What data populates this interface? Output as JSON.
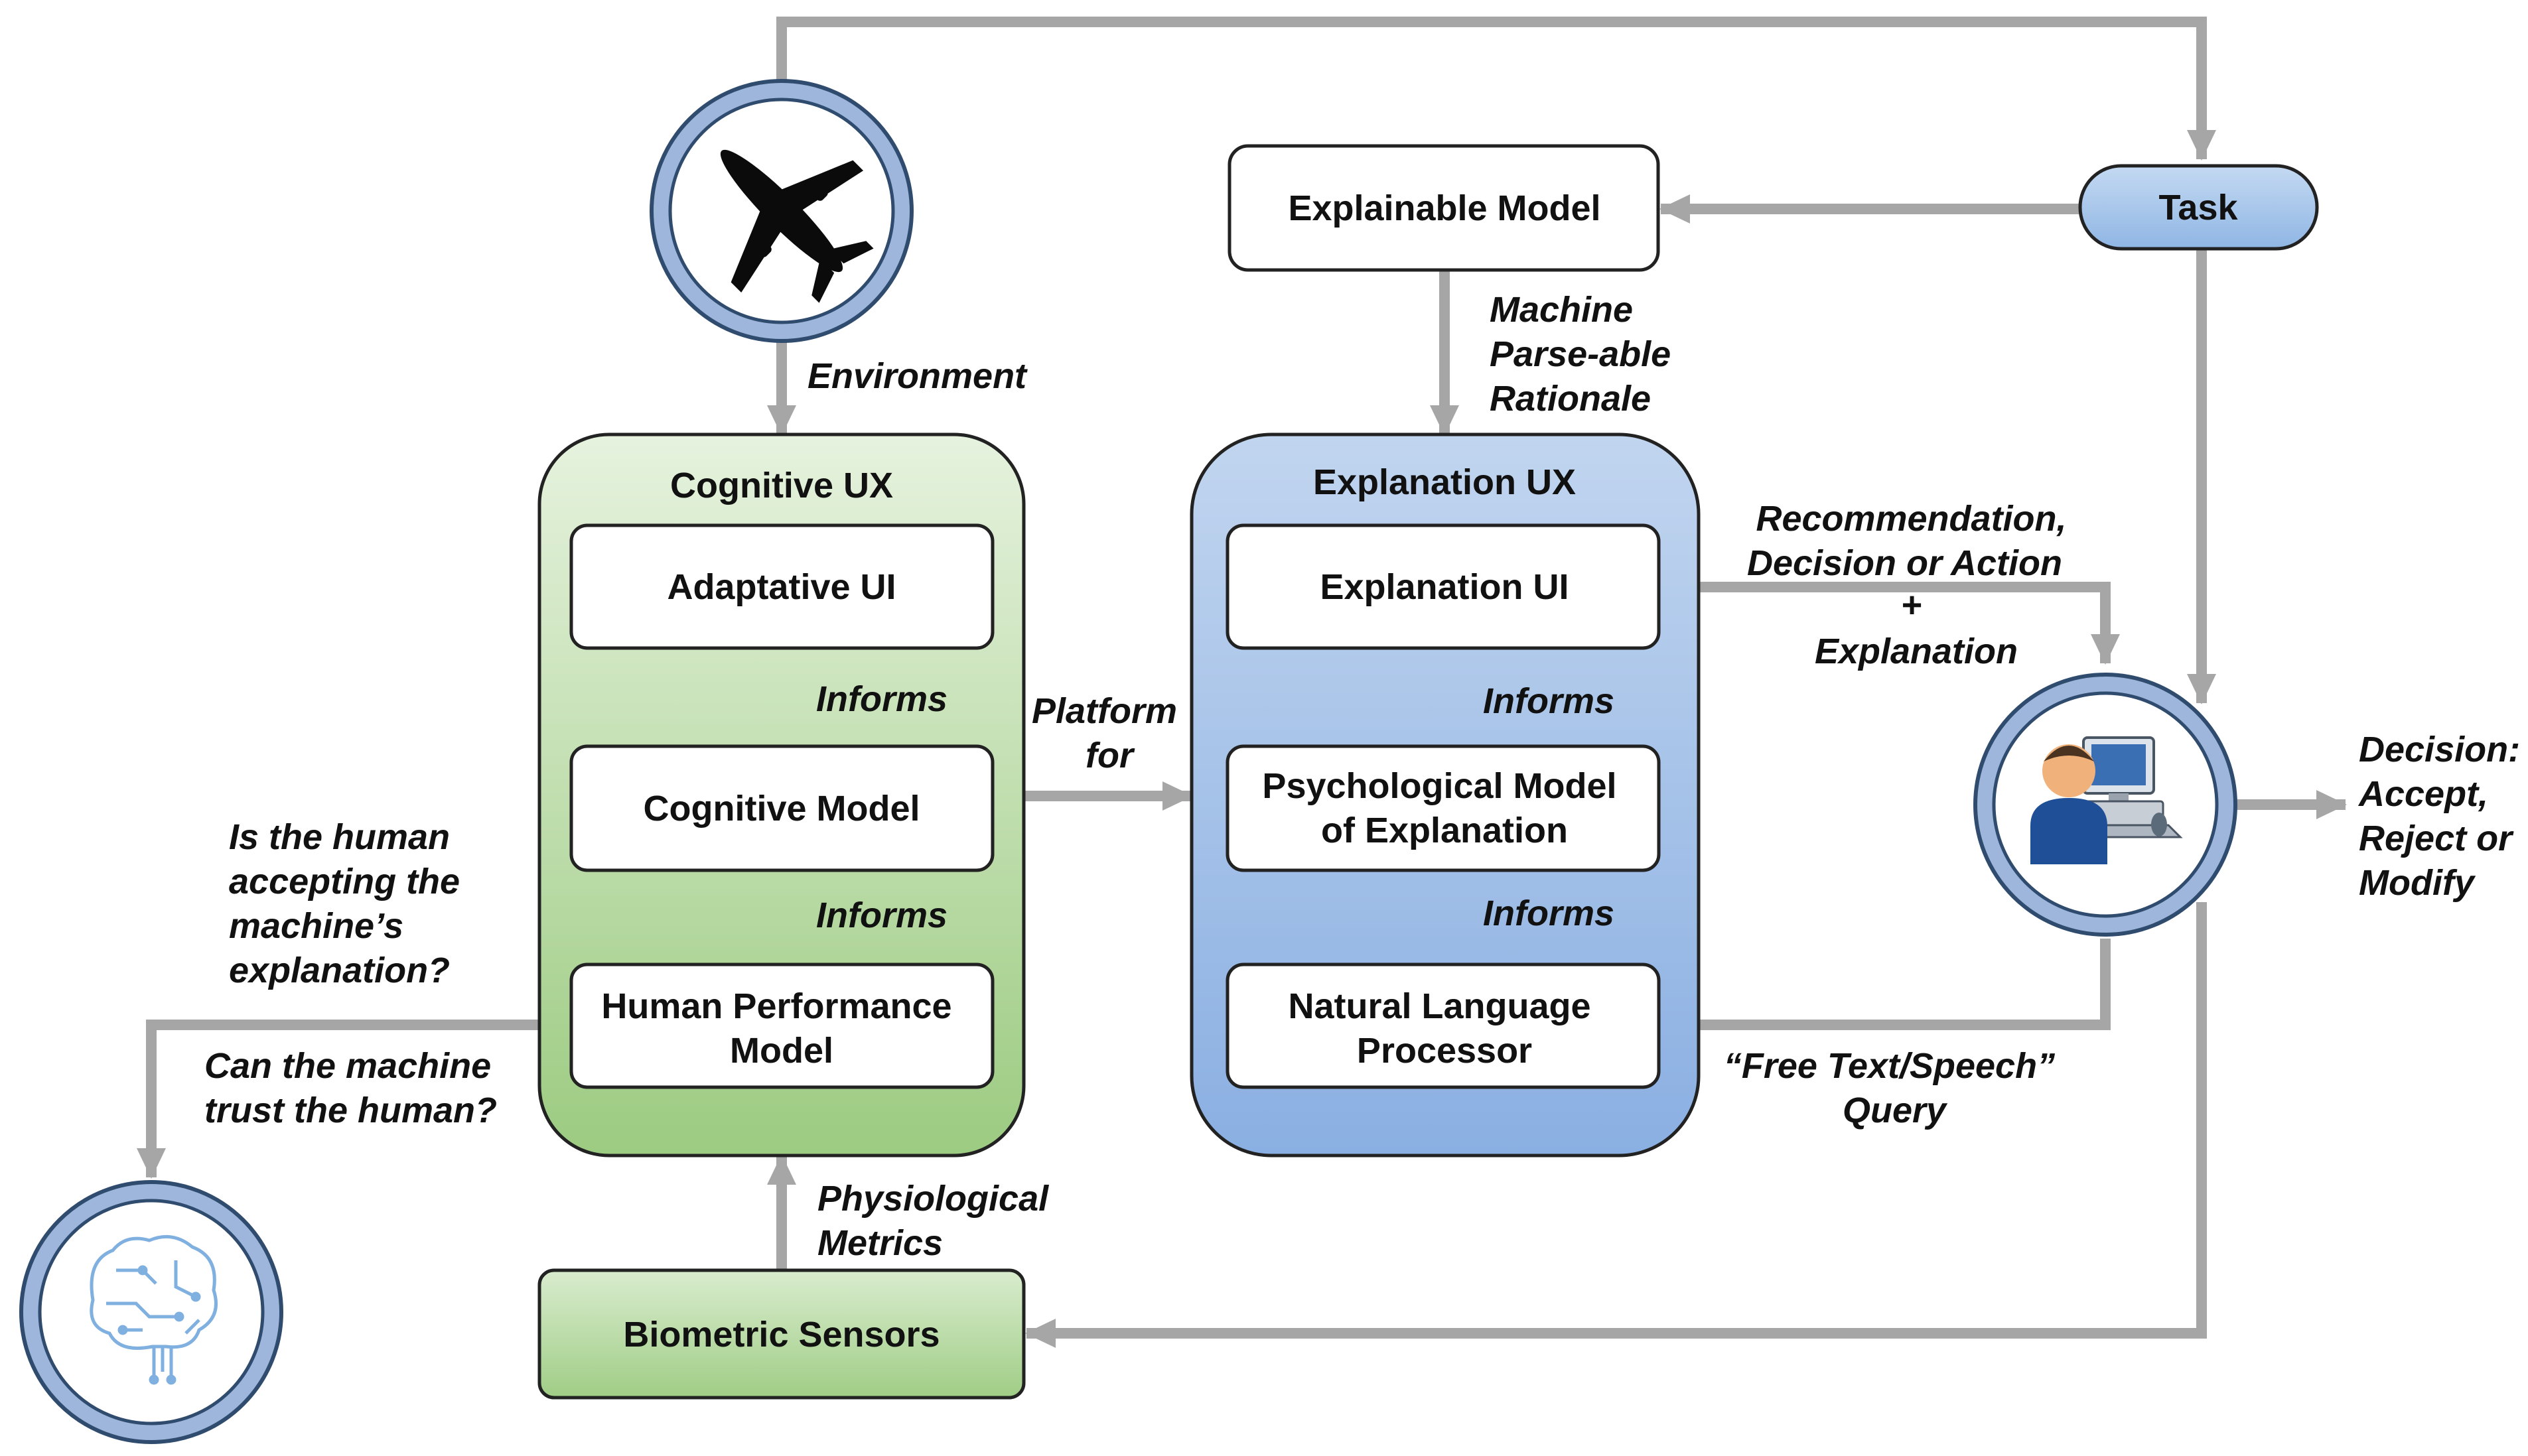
{
  "groups": {
    "cognitive_ux": {
      "title": "Cognitive UX"
    },
    "explanation_ux": {
      "title": "Explanation UX"
    }
  },
  "boxes": {
    "adaptative_ui": "Adaptative UI",
    "cognitive_model": "Cognitive Model",
    "human_performance_model": [
      "Human Performance",
      "Model"
    ],
    "explainable_model": "Explainable Model",
    "explanation_ui": "Explanation UI",
    "psychological_model": [
      "Psychological Model",
      "of Explanation"
    ],
    "natural_language_processor": [
      "Natural Language",
      "Processor"
    ],
    "task": "Task",
    "biometric_sensors": "Biometric Sensors"
  },
  "labels": {
    "environment": "Environment",
    "machine_rationale": [
      "Machine",
      "Parse-able",
      "Rationale"
    ],
    "informs": "Informs",
    "platform_for": [
      "Platform",
      "for"
    ],
    "recommendation": [
      "Recommendation,",
      "Decision or Action",
      "+",
      "Explanation"
    ],
    "decision": [
      "Decision:",
      "Accept,",
      "Reject or",
      "Modify"
    ],
    "free_text_query": [
      "“Free Text/Speech”",
      "Query"
    ],
    "physiological_metrics": [
      "Physiological",
      "Metrics"
    ],
    "human_accepting": [
      "Is the human",
      "accepting the",
      "machine’s",
      "explanation?"
    ],
    "machine_trust": [
      "Can the machine",
      "trust the human?"
    ]
  },
  "icons": [
    "airplane-icon",
    "user-computer-icon",
    "brain-circuit-icon"
  ],
  "colors": {
    "connector": "#a6a6a6",
    "circle_ring": "#8eaadb",
    "circle_border": "#2f4b6e",
    "green_top": "#e4f1dc",
    "green_bottom": "#9ccb81",
    "blue_top": "#bed3ee",
    "blue_bottom": "#8db1e3",
    "task_fill": "#9dc0e8"
  }
}
